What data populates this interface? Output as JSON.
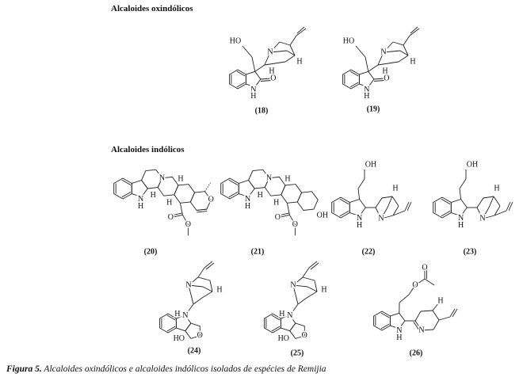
{
  "headings": {
    "oxindole": "Alcaloides oxindólicos",
    "indole": "Alcaloides indólicos"
  },
  "compounds": [
    {
      "id": "18",
      "label": "(18)",
      "atoms": [
        "HO",
        "N",
        "H",
        "H",
        "O",
        "N",
        "H"
      ]
    },
    {
      "id": "19",
      "label": "(19)",
      "atoms": [
        "HO",
        "N",
        "H",
        "H",
        "O",
        "N",
        "H"
      ]
    },
    {
      "id": "20",
      "label": "(20)",
      "atoms": [
        "N",
        "H",
        "H",
        "N",
        "H",
        "H",
        "O",
        "O",
        "O"
      ]
    },
    {
      "id": "21",
      "label": "(21)",
      "atoms": [
        "N",
        "H",
        "H",
        "N",
        "H",
        "H",
        "OH",
        "O",
        "O"
      ]
    },
    {
      "id": "22",
      "label": "(22)",
      "atoms": [
        "N",
        "H",
        "OH",
        "H",
        "N"
      ]
    },
    {
      "id": "23",
      "label": "(23)",
      "atoms": [
        "N",
        "H",
        "OH",
        "H",
        "N"
      ]
    },
    {
      "id": "24",
      "label": "(24)",
      "atoms": [
        "H",
        "N",
        "HO",
        "O",
        "N",
        "H"
      ]
    },
    {
      "id": "25",
      "label": "(25)",
      "atoms": [
        "H",
        "N",
        "HO",
        "O",
        "N",
        "H"
      ]
    },
    {
      "id": "26",
      "label": "(26)",
      "atoms": [
        "N",
        "H",
        "O",
        "O",
        "H",
        "N"
      ]
    }
  ],
  "caption": {
    "prefix": "Figura 5.",
    "text": " Alcaloides oxindólicos e alcaloides indólicos isolados de espécies de Remijia"
  }
}
